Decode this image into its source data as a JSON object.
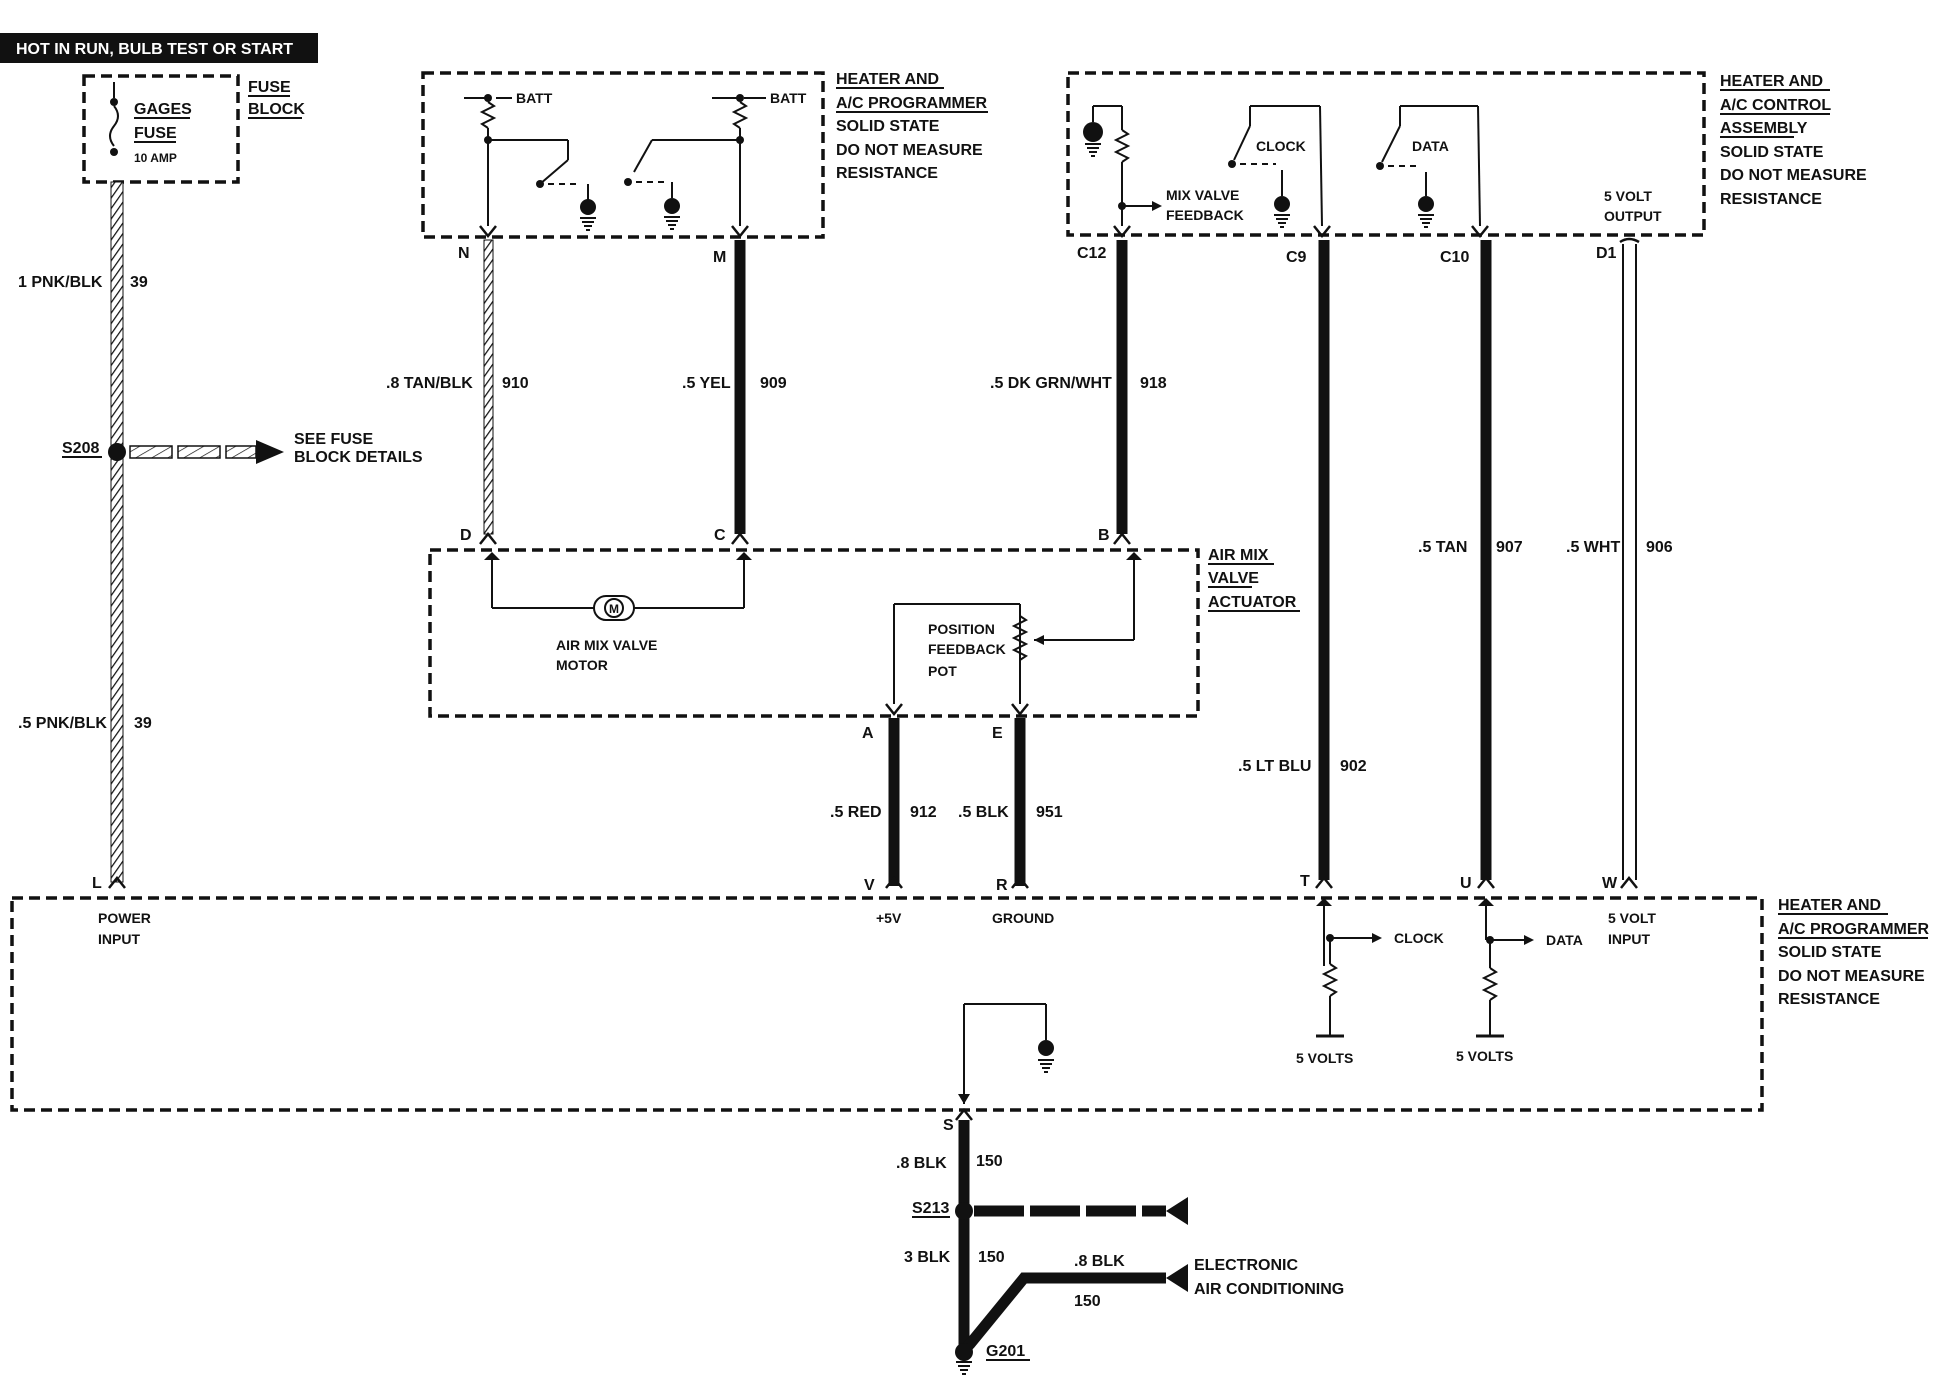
{
  "title": "HOT IN RUN, BULB TEST OR START",
  "fuse_block": {
    "line1": "FUSE",
    "line2": "BLOCK",
    "fuse_line1": "GAGES",
    "fuse_line2": "FUSE",
    "fuse_rating": "10 AMP"
  },
  "programmer_top": {
    "line1": "HEATER AND",
    "line2": "A/C PROGRAMMER",
    "line3": "SOLID STATE",
    "line4": "DO NOT MEASURE",
    "line5": "RESISTANCE",
    "batt_left": "BATT",
    "batt_right": "BATT"
  },
  "control_assembly": {
    "line1": "HEATER AND",
    "line2": "A/C CONTROL",
    "line3": "ASSEMBLY",
    "line4": "SOLID STATE",
    "line5": "DO NOT MEASURE",
    "line6": "RESISTANCE",
    "clock": "CLOCK",
    "data": "DATA",
    "mix_valve_line1": "MIX VALVE",
    "mix_valve_line2": "FEEDBACK",
    "volt_line1": "5 VOLT",
    "volt_line2": "OUTPUT"
  },
  "actuator": {
    "line1": "AIR MIX",
    "line2": "VALVE",
    "line3": "ACTUATOR",
    "motor_symbol": "M",
    "motor_line1": "AIR MIX VALVE",
    "motor_line2": "MOTOR",
    "pot_line1": "POSITION",
    "pot_line2": "FEEDBACK",
    "pot_line3": "POT"
  },
  "programmer_bottom": {
    "line1": "HEATER AND",
    "line2": "A/C PROGRAMMER",
    "line3": "SOLID STATE",
    "line4": "DO NOT MEASURE",
    "line5": "RESISTANCE",
    "power_line1": "POWER",
    "power_line2": "INPUT",
    "plus5v": "+5V",
    "ground": "GROUND",
    "volt_in_line1": "5 VOLT",
    "volt_in_line2": "INPUT",
    "clock": "CLOCK",
    "data": "DATA",
    "five_volts_left": "5 VOLTS",
    "five_volts_right": "5 VOLTS"
  },
  "pins": {
    "N": "N",
    "M": "M",
    "C12": "C12",
    "C9": "C9",
    "C10": "C10",
    "D1": "D1",
    "D": "D",
    "C": "C",
    "B": "B",
    "A": "A",
    "E": "E",
    "L": "L",
    "V": "V",
    "R": "R",
    "T": "T",
    "U": "U",
    "W": "W",
    "S": "S"
  },
  "wires": {
    "w39_top": {
      "color": "1 PNK/BLK",
      "circuit": "39"
    },
    "w39_bottom": {
      "color": ".5 PNK/BLK",
      "circuit": "39"
    },
    "w910": {
      "color": ".8 TAN/BLK",
      "circuit": "910"
    },
    "w909": {
      "color": ".5 YEL",
      "circuit": "909"
    },
    "w918": {
      "color": ".5 DK GRN/WHT",
      "circuit": "918"
    },
    "w907": {
      "color": ".5 TAN",
      "circuit": "907"
    },
    "w906": {
      "color": ".5 WHT",
      "circuit": "906"
    },
    "w902": {
      "color": ".5 LT BLU",
      "circuit": "902"
    },
    "w912": {
      "color": ".5 RED",
      "circuit": "912"
    },
    "w951": {
      "color": ".5 BLK",
      "circuit": "951"
    },
    "w150a": {
      "color": ".8 BLK",
      "circuit": "150"
    },
    "w150b": {
      "color": "3 BLK",
      "circuit": "150"
    },
    "w150c": {
      "color": ".8 BLK",
      "circuit": "150"
    }
  },
  "splices": {
    "s208": "S208",
    "s208_ref_line1": "SEE FUSE",
    "s208_ref_line2": "BLOCK DETAILS",
    "s213": "S213",
    "g201": "G201",
    "eac_line1": "ELECTRONIC",
    "eac_line2": "AIR CONDITIONING"
  }
}
